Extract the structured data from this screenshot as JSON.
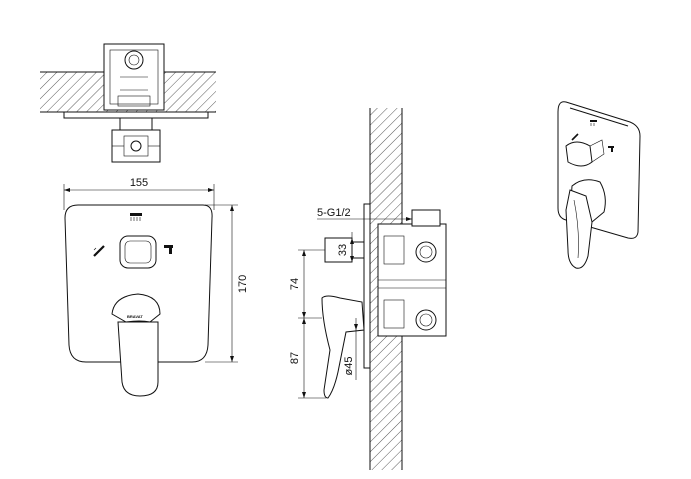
{
  "dimensions": {
    "plate_width": "155",
    "plate_height": "170",
    "thread": "5-G1/2",
    "depth_33": "33",
    "offset_74": "74",
    "offset_87": "87",
    "diameter": "ø45"
  },
  "brand_label": "BRAVAT",
  "icons": {
    "top_outlet": "shower-head-icon",
    "left_outlet": "hand-shower-icon",
    "right_outlet": "bath-spout-icon"
  }
}
